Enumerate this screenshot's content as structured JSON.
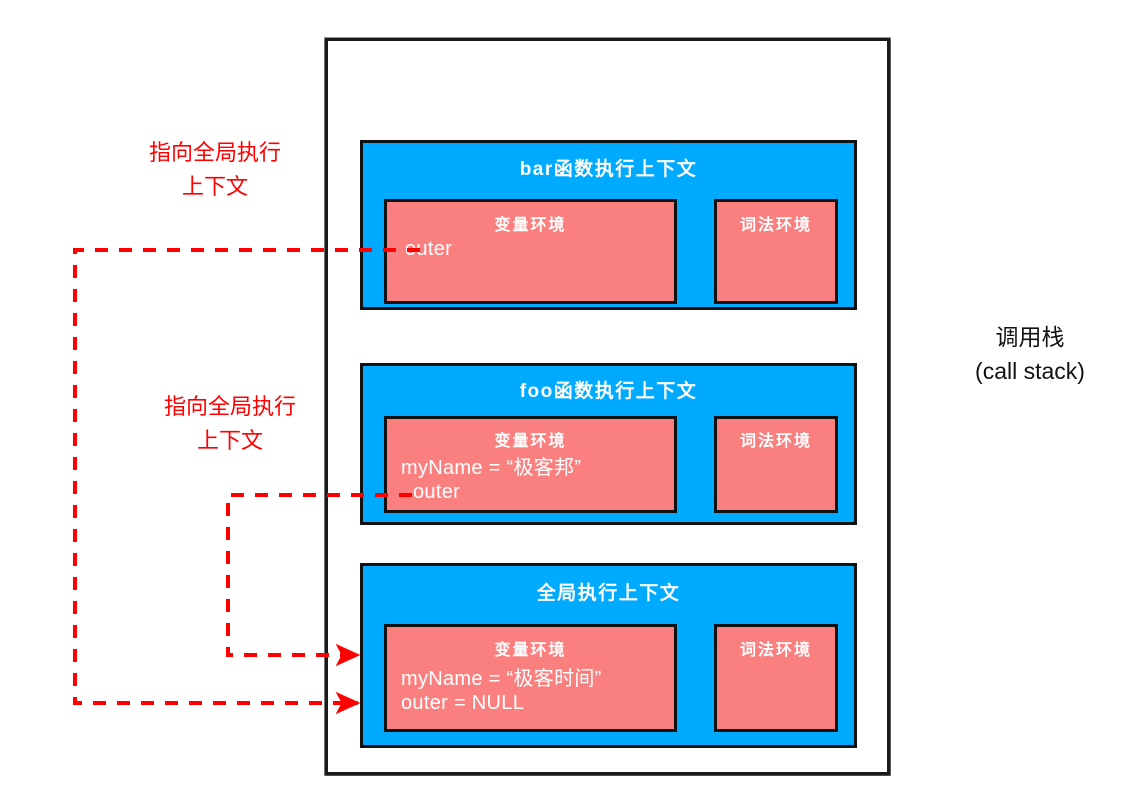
{
  "diagram": {
    "frame": {
      "label": "call-stack-frame"
    },
    "side_label": "调用栈\n(call stack)",
    "notes": [
      {
        "text": "指向全局执行\n上下文"
      },
      {
        "text": "指向全局执行\n上下文"
      }
    ],
    "contexts": [
      {
        "id": "bar",
        "title": "bar函数执行上下文",
        "variable_env": {
          "title": "变量环境",
          "lines": [
            "outer"
          ]
        },
        "lexical_env": {
          "title": "词法环境",
          "lines": []
        }
      },
      {
        "id": "foo",
        "title": "foo函数执行上下文",
        "variable_env": {
          "title": "变量环境",
          "lines": [
            "myName = “极客邦”",
            "outer"
          ]
        },
        "lexical_env": {
          "title": "词法环境",
          "lines": []
        }
      },
      {
        "id": "global",
        "title": "全局执行上下文",
        "variable_env": {
          "title": "变量环境",
          "lines": [
            "myName = “极客时间”",
            "outer = NULL"
          ]
        },
        "lexical_env": {
          "title": "词法环境",
          "lines": []
        }
      }
    ],
    "colors": {
      "context_fill": "#00AAFF",
      "environment_fill": "#FA8080",
      "stroke": "#111111",
      "annotation": "#FF0000",
      "text_on_fill": "#FFFFFF",
      "background": "#FFFFFF"
    },
    "connectors": [
      {
        "name": "bar-outer-to-global",
        "from": "bar.variable_env.outer",
        "to": "global-context"
      },
      {
        "name": "foo-outer-to-global",
        "from": "foo.variable_env.outer",
        "to": "global-context"
      }
    ]
  }
}
